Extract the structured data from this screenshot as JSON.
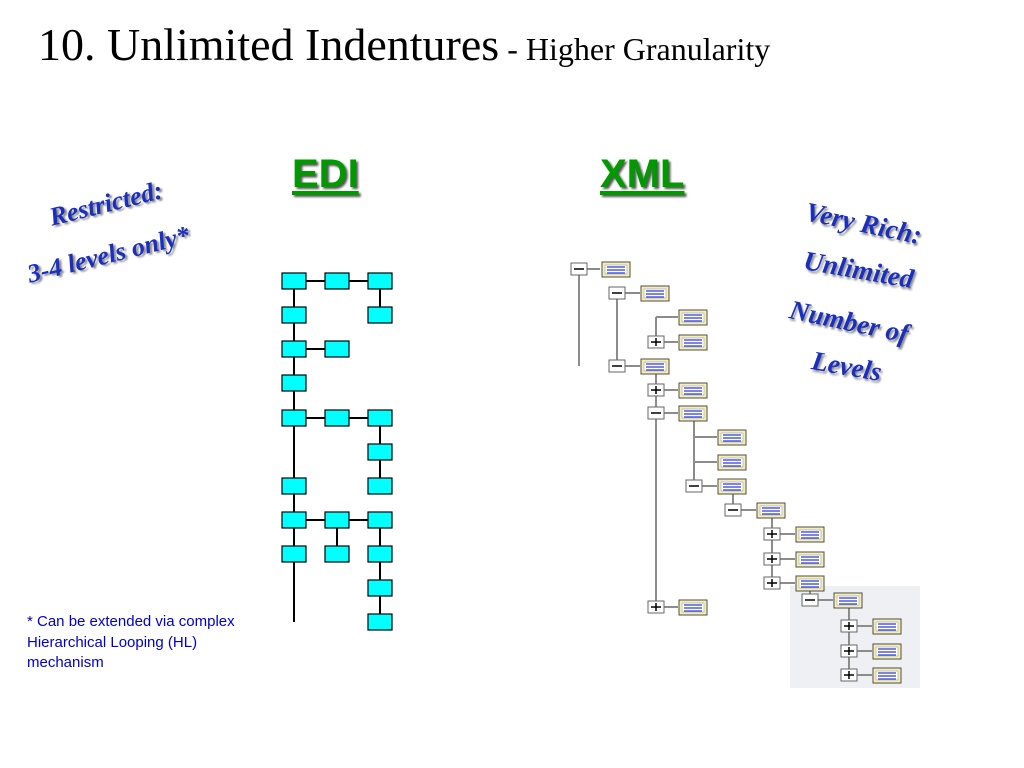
{
  "title": {
    "main": "10. Unlimited Indentures",
    "sub": " - Higher Granularity"
  },
  "edi": {
    "heading": "EDI",
    "caption_line1": "Restricted:",
    "caption_line2": "3-4 levels only*",
    "footnote": "* Can be extended via complex Hierarchical Looping (HL) mechanism"
  },
  "xml": {
    "heading": "XML",
    "caption_lines": [
      "Very Rich:",
      "Unlimited",
      "Number of",
      "Levels"
    ]
  },
  "colors": {
    "heading_green": "#009900",
    "caption_blue": "#1a2fbf",
    "box_cyan": "#00ffff",
    "node_icon_blue": "#2f3fd0"
  },
  "xml_tree_toggles": [
    "minus",
    "minus",
    "plus",
    "minus",
    "plus",
    "minus",
    "minus",
    "minus",
    "plus",
    "plus",
    "plus",
    "minus",
    "plus",
    "plus",
    "plus",
    "plus"
  ]
}
